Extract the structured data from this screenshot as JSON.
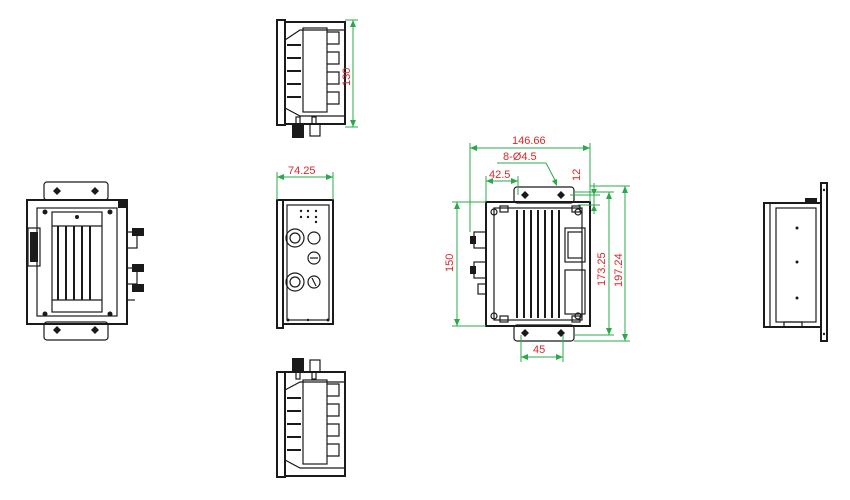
{
  "dimensions": {
    "top_view_height": "130",
    "front_view_width": "74.25",
    "overall_width": "146.66",
    "mount_holes": "8-Ø4.5",
    "hole_offset_x": "42.5",
    "hole_offset_y": "12",
    "body_height": "150",
    "hole_spacing_v": "173.25",
    "overall_height": "197.24",
    "hole_spacing_h": "45"
  },
  "colors": {
    "outline": "#1a1a1a",
    "dimension_line": "#2ba84a",
    "dimension_text": "#d42a2a"
  }
}
